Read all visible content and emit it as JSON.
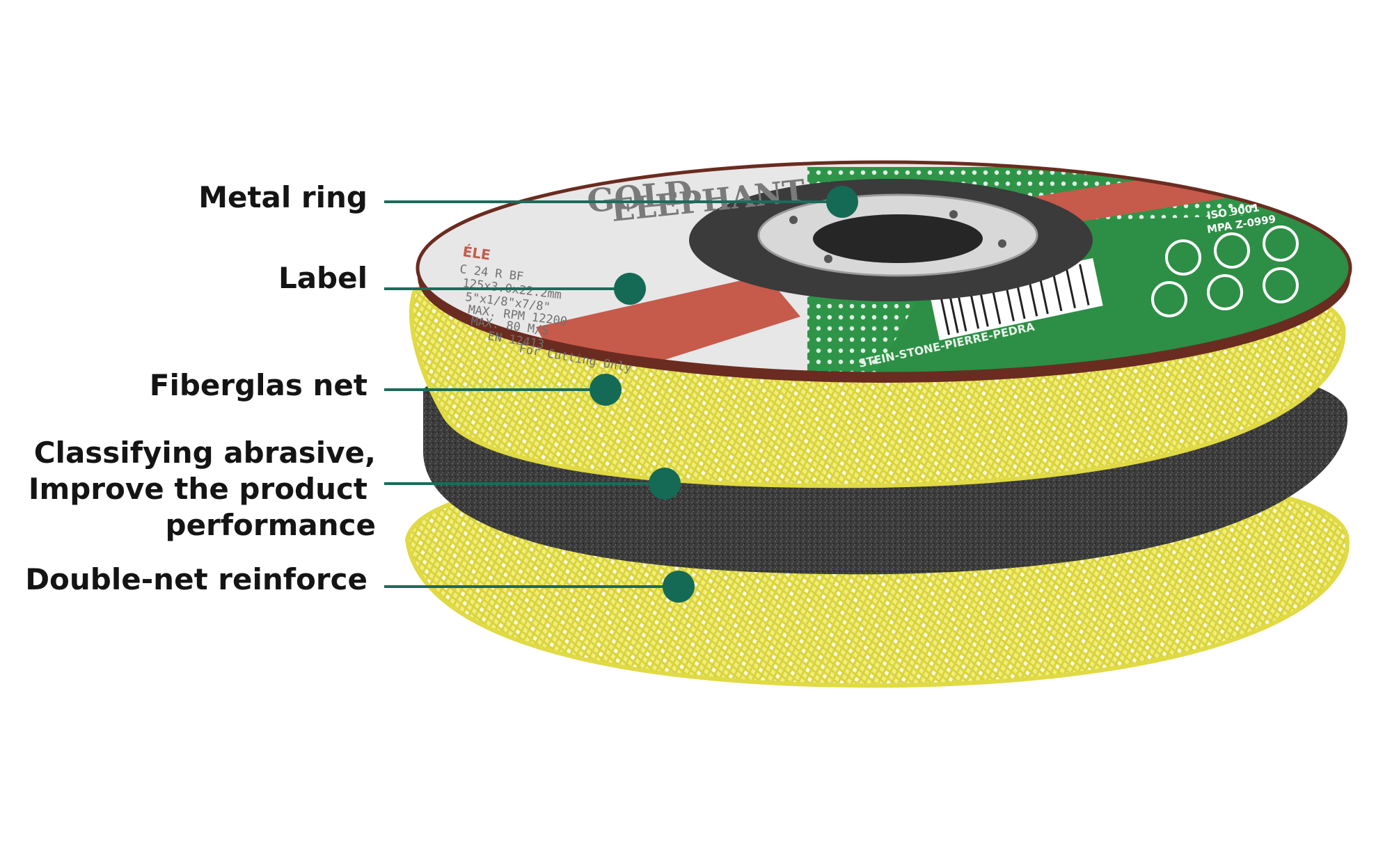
{
  "callouts": [
    {
      "label": [
        "Metal ring"
      ]
    },
    {
      "label": [
        "Label"
      ]
    },
    {
      "label": [
        "Fiberglas net"
      ]
    },
    {
      "label": [
        "Classifying abrasive,",
        "Improve the product",
        "performance"
      ]
    },
    {
      "label": [
        "Double-net reinforce"
      ]
    }
  ],
  "disc": {
    "brand_line1": "GOLD",
    "brand_line2": "ELEPHANT",
    "logo_text": "ÉLE",
    "spec_lines": [
      "C 24 R BF",
      "125x3.0x22.2mm",
      "5\"x1/8\"x7/8\"",
      "MAX. RPM 12200",
      "MAX. 80 M/S",
      "EN 12413",
      "For Cutting Only"
    ],
    "rim_text": "STEIN-STONE-PIERRE-PEDRA",
    "right_text": [
      "ISO 9001",
      "MPA Z-0999"
    ]
  },
  "colors": {
    "callout_line": "#1d6b5a",
    "callout_dot": "#156a55",
    "mesh": "#e6e14a",
    "mesh_dark": "#c9c236",
    "abrasive": "#3a3a3a",
    "label_grey": "#e4e4e4",
    "label_green": "#2f9a48",
    "label_red": "#c8584a"
  }
}
